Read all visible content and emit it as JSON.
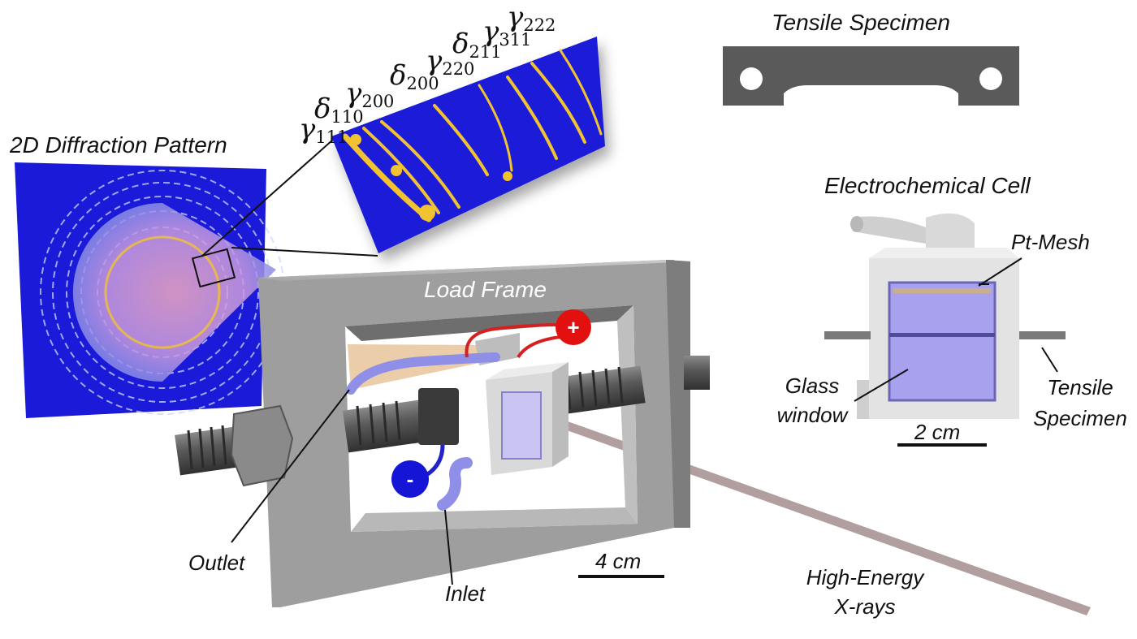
{
  "labels": {
    "diffraction": "2D Diffraction Pattern",
    "tensile_top": "Tensile Specimen",
    "cell_title": "Electrochemical Cell",
    "pt_mesh": "Pt-Mesh",
    "glass_1": "Glass",
    "glass_2": "window",
    "tensile_side_1": "Tensile",
    "tensile_side_2": "Specimen",
    "scale_small": "2 cm",
    "load_frame": "Load Frame",
    "outlet": "Outlet",
    "inlet": "Inlet",
    "scale_big": "4 cm",
    "xray_1": "High-Energy",
    "xray_2": "X-rays",
    "plus": "+",
    "minus": "-"
  },
  "peaks": [
    {
      "sym": "γ",
      "sub": "111"
    },
    {
      "sym": "δ",
      "sub": "110"
    },
    {
      "sym": "γ",
      "sub": "200"
    },
    {
      "sym": "δ",
      "sub": "200"
    },
    {
      "sym": "γ",
      "sub": "220"
    },
    {
      "sym": "δ",
      "sub": "211"
    },
    {
      "sym": "γ",
      "sub": "311"
    },
    {
      "sym": "γ",
      "sub": "222"
    }
  ],
  "colors": {
    "detector_blue": "#1a1ad8",
    "ring_gold": "#f2c331",
    "frame_grey": "#9e9e9e",
    "beam": "#a99393",
    "positive": "#e31010",
    "negative": "#1515d6",
    "tube": "#8f8fe8",
    "window": "#a8a2ee"
  }
}
